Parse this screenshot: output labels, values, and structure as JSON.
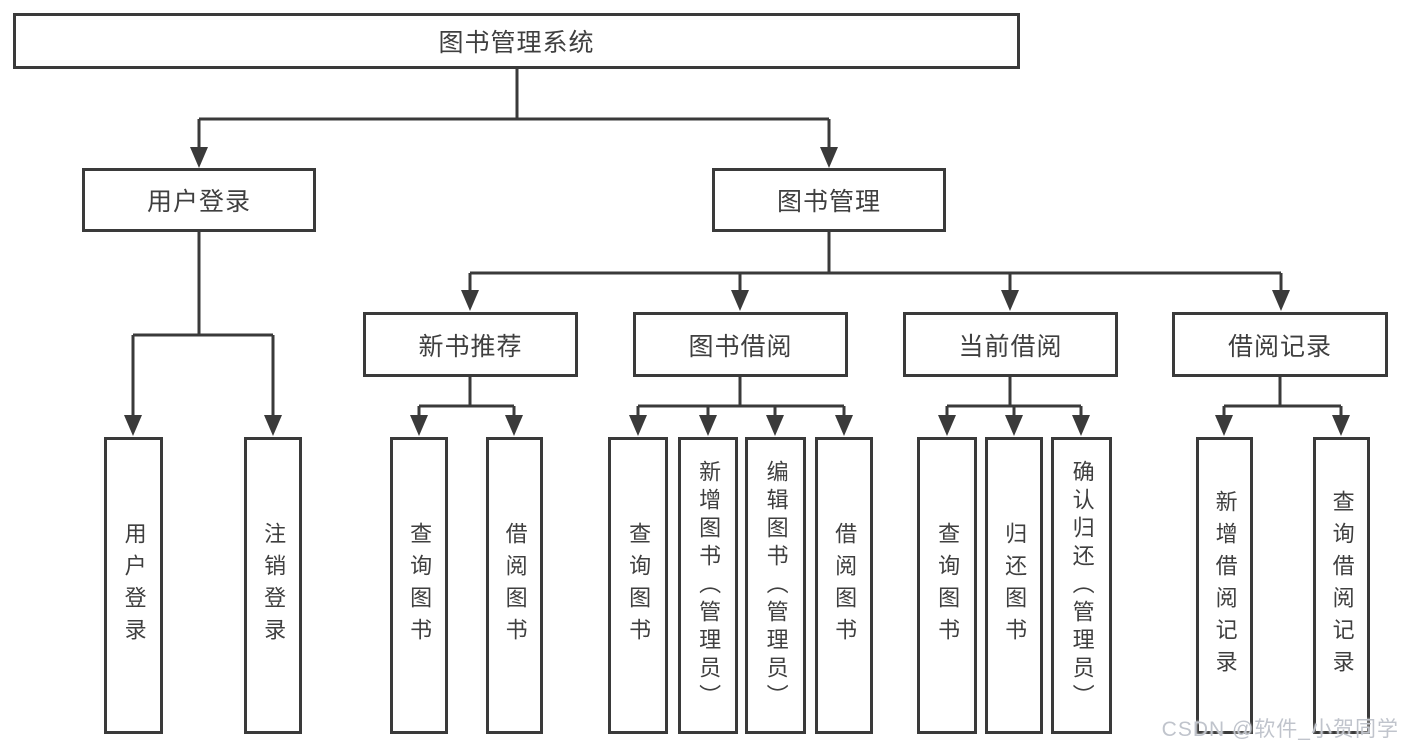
{
  "diagram": {
    "watermark": "CSDN @软件_小贺同学"
  },
  "colors": {
    "line": "#3a3a3a",
    "text": "#3f3f3f",
    "background": "#ffffff",
    "watermark": "#c0c4cc"
  },
  "tree": {
    "label": "图书管理系统",
    "children": [
      {
        "label": "用户登录",
        "children": [
          {
            "label": "用户登录"
          },
          {
            "label": "注销登录"
          }
        ]
      },
      {
        "label": "图书管理",
        "children": [
          {
            "label": "新书推荐",
            "children": [
              {
                "label": "查询图书"
              },
              {
                "label": "借阅图书"
              }
            ]
          },
          {
            "label": "图书借阅",
            "children": [
              {
                "label": "查询图书"
              },
              {
                "label": "新增图书（管理员）"
              },
              {
                "label": "编辑图书（管理员）"
              },
              {
                "label": "借阅图书"
              }
            ]
          },
          {
            "label": "当前借阅",
            "children": [
              {
                "label": "查询图书"
              },
              {
                "label": "归还图书"
              },
              {
                "label": "确认归还（管理员）"
              }
            ]
          },
          {
            "label": "借阅记录",
            "children": [
              {
                "label": "新增借阅记录"
              },
              {
                "label": "查询借阅记录"
              }
            ]
          }
        ]
      }
    ]
  }
}
